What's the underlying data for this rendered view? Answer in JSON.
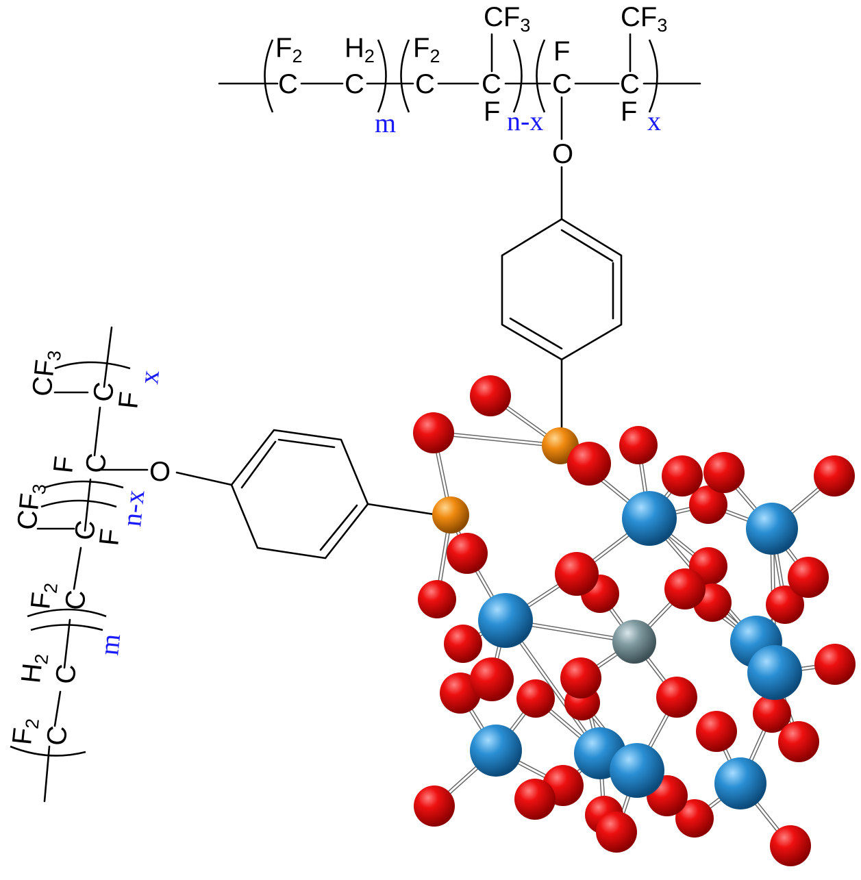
{
  "top_chain": {
    "unit_f2": "F",
    "unit_f2_sub": "2",
    "unit_h2": "H",
    "unit_h2_sub": "2",
    "carbon": "C",
    "fluorine": "F",
    "cf3": "CF",
    "cf3_sub": "3",
    "oxygen": "O",
    "index_m": "m",
    "index_nx": "n-x",
    "index_x": "x"
  },
  "side_chain": {
    "unit_f2": "F",
    "unit_f2_sub": "2",
    "unit_h2": "H",
    "unit_h2_sub": "2",
    "carbon": "C",
    "fluorine": "F",
    "cf3": "CF",
    "cf3_sub": "3",
    "oxygen": "O",
    "index_m": "m",
    "index_nx": "n-x",
    "index_x": "x"
  },
  "cluster": {
    "colors": {
      "oxygen": "#e00000",
      "metal": "#2a8fd4",
      "phosphorus": "#f08a10",
      "core": "#7f9aa0"
    }
  }
}
